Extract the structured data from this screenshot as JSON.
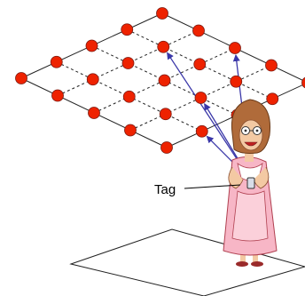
{
  "tag_label": "Tag",
  "colors": {
    "node_fill": "#ee2200",
    "node_stroke": "#7a1a10",
    "grid_line": "#222222",
    "ray": "#3a37a8",
    "dress": "#f7b6c6",
    "skin": "#f3c9a3",
    "hair": "#b06b3a"
  },
  "icons": [
    "person-figure",
    "tag-device"
  ]
}
